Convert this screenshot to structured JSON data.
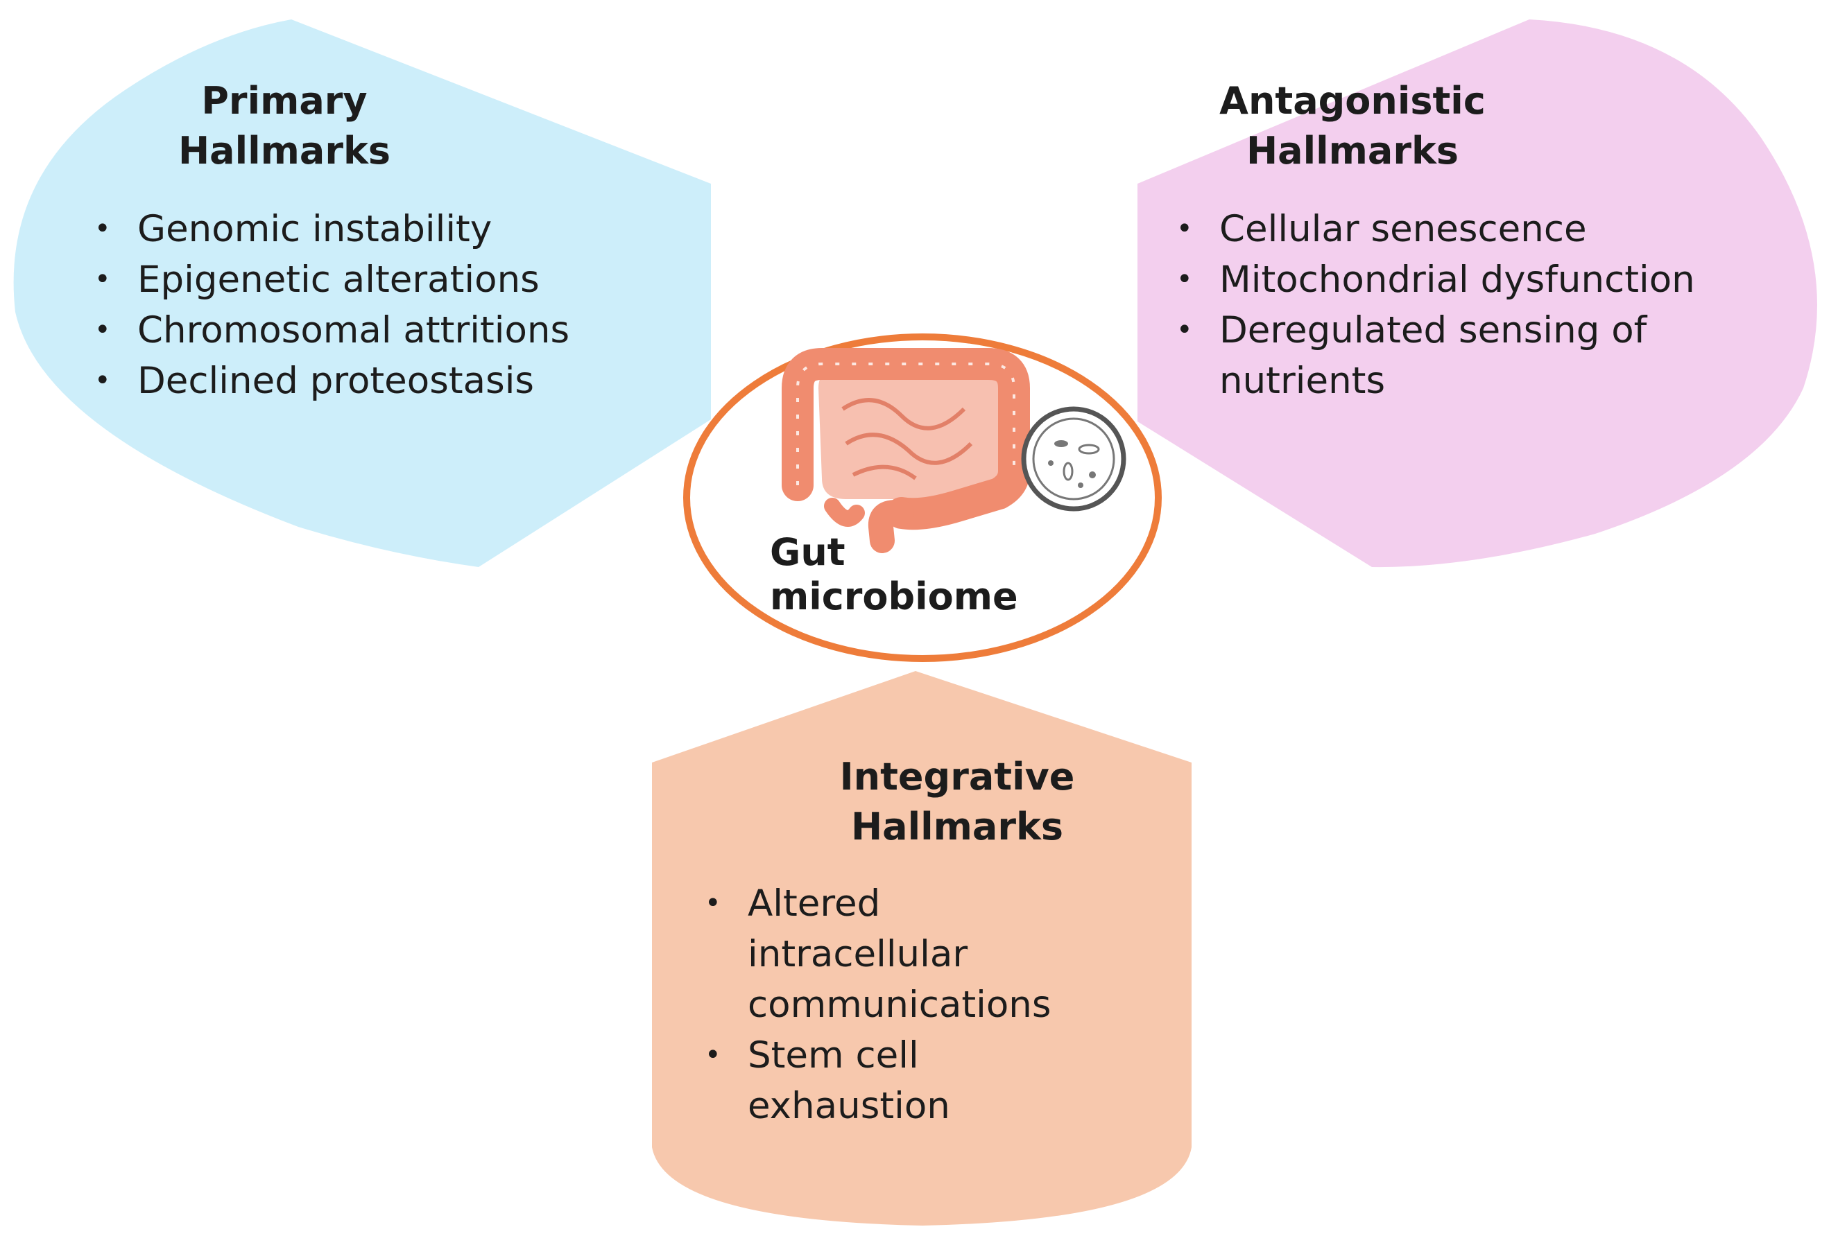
{
  "center": {
    "label": "Gut\nmicrobiome",
    "icons": [
      "intestine-icon",
      "petri-dish-icon"
    ]
  },
  "colors": {
    "primary": "#cdeefa",
    "antagonistic": "#f3cfee",
    "integrative": "#f7c8ad",
    "ring": "#ee7c3a",
    "intestine": "#f08c6f"
  },
  "primary": {
    "title": "Primary\nHallmarks",
    "items": [
      "Genomic instability",
      "Epigenetic alterations",
      "Chromosomal attritions",
      "Declined proteostasis"
    ]
  },
  "antagonistic": {
    "title": "Antagonistic\nHallmarks",
    "items": [
      "Cellular senescence",
      "Mitochondrial dysfunction",
      "Deregulated sensing of\nnutrients"
    ]
  },
  "integrative": {
    "title": "Integrative\nHallmarks",
    "items": [
      "Altered\nintracellular\ncommunications",
      "Stem cell\nexhaustion"
    ]
  }
}
